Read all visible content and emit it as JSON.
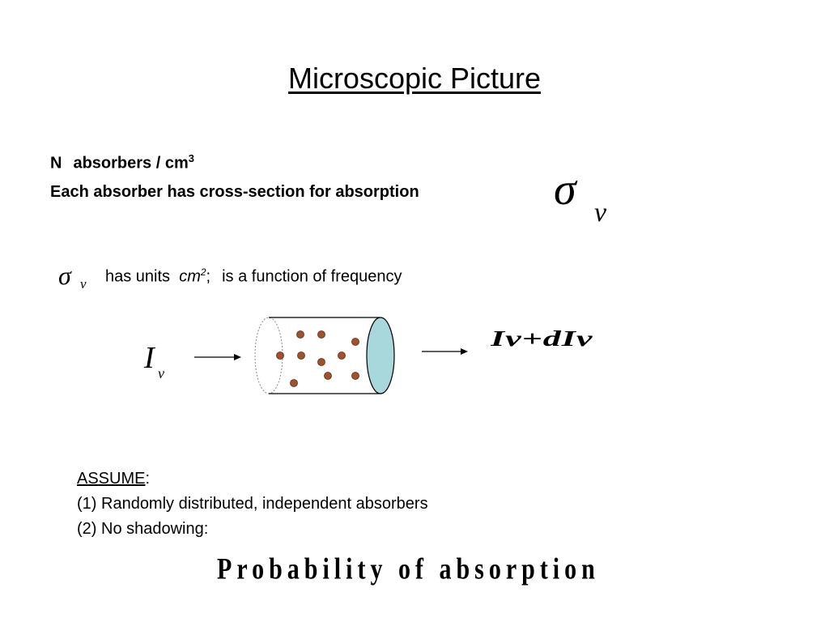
{
  "slide": {
    "title": "Microscopic Picture",
    "line1": {
      "symbol": "N",
      "text": "absorbers / cm",
      "superscript": "3"
    },
    "line2": "Each absorber has cross-section for absorption",
    "sigma_symbol": "σ",
    "nu_symbol": "ν",
    "line3": {
      "has_units": "has units",
      "unit": "cm",
      "unit_superscript": "2",
      "unit_suffix": ";",
      "function_text": "is a function of frequency"
    },
    "incident_intensity": {
      "symbol": "I",
      "subscript": "ν"
    },
    "emergent_intensity": "Iν+dIν",
    "assume": {
      "heading": "ASSUME",
      "heading_suffix": ":",
      "items": [
        "(1) Randomly distributed, independent absorbers",
        "(2)  No shadowing:"
      ]
    },
    "distorted_equation": "Probability of absorption"
  },
  "colors": {
    "absorber_fill": "#a0522d",
    "cylinder_cap": "#a8d8dc"
  }
}
